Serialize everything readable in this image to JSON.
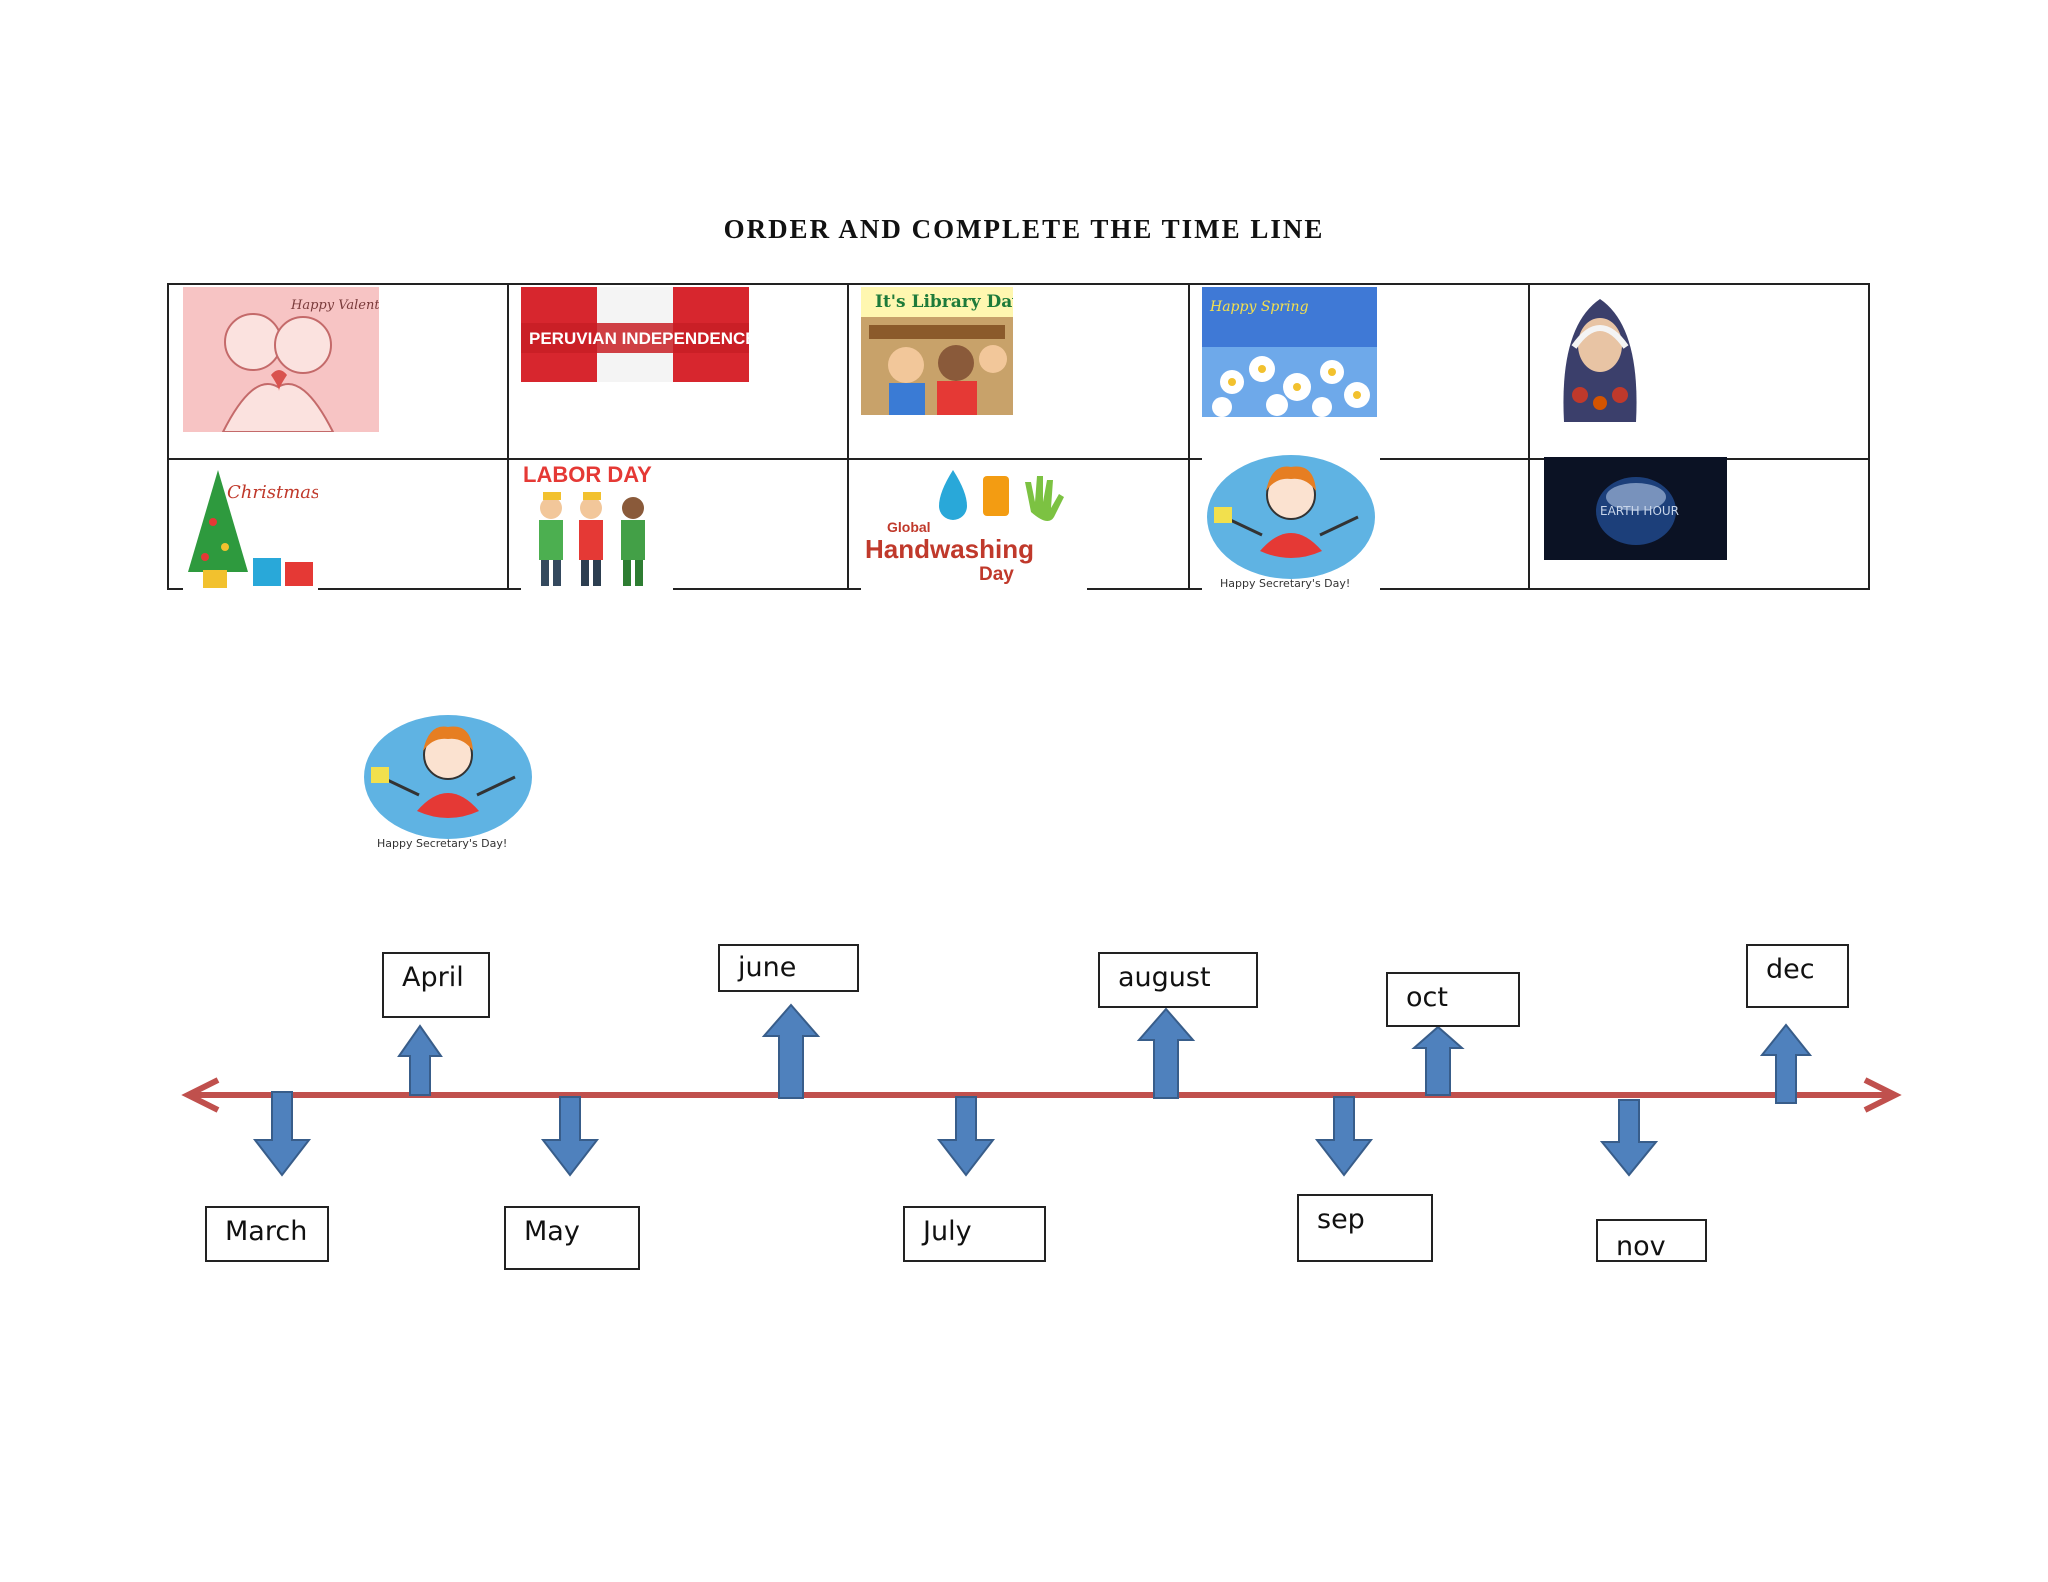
{
  "title": "ORDER AND COMPLETE THE TIME LINE",
  "cards": [
    {
      "id": "valentines",
      "caption": "Happy Valentines Day"
    },
    {
      "id": "independence",
      "caption": "PERUVIAN INDEPENDENCE DAY"
    },
    {
      "id": "library",
      "caption": "It's Library Day"
    },
    {
      "id": "spring",
      "caption": "Happy Spring"
    },
    {
      "id": "saint-rose",
      "caption": ""
    },
    {
      "id": "christmas",
      "caption": "Christmas Day"
    },
    {
      "id": "labor",
      "caption": "LABOR DAY"
    },
    {
      "id": "handwashing",
      "caption_top": "Global",
      "caption_mid": "Handwashing",
      "caption_bot": "Day"
    },
    {
      "id": "secretary",
      "caption": "Happy Secretary's Day!"
    },
    {
      "id": "earth-hour",
      "caption": "EARTH HOUR"
    }
  ],
  "loose_card": {
    "caption": "Happy Secretary's Day!"
  },
  "months": {
    "march": "March",
    "april": "April",
    "may": "May",
    "june": "june",
    "july": "July",
    "august": "august",
    "sep": "sep",
    "oct": "oct",
    "nov": "nov",
    "dec": "dec"
  },
  "colors": {
    "timeline": "#c0504d",
    "arrow_fill": "#4f81bd",
    "arrow_stroke": "#385d8a"
  }
}
